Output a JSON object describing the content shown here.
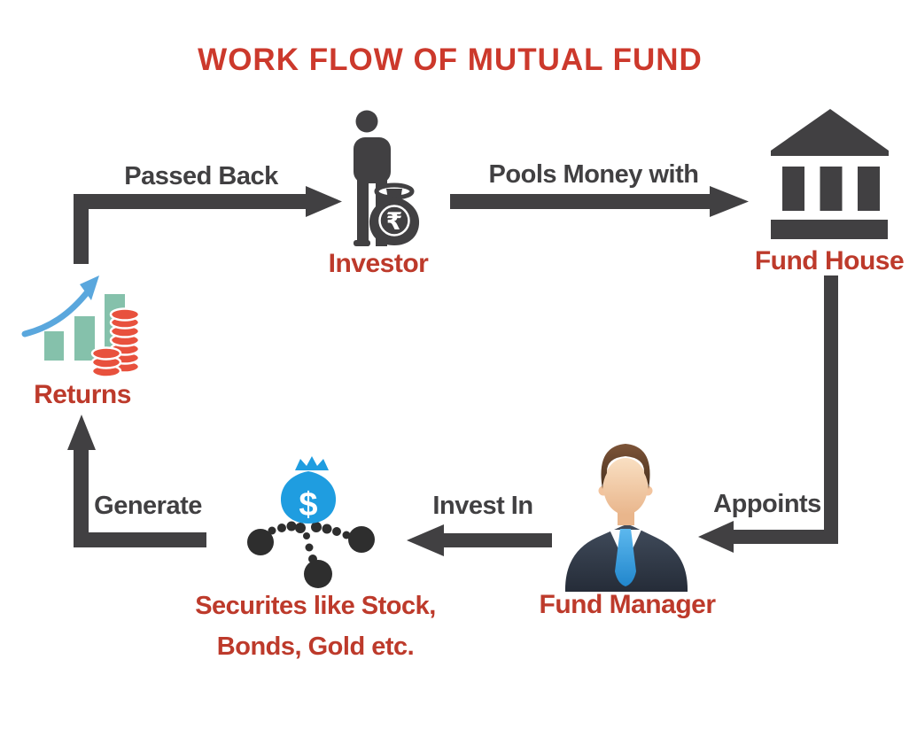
{
  "title": "WORK FLOW OF MUTUAL FUND",
  "nodes": {
    "investor": {
      "label": "Investor",
      "currency": "₹"
    },
    "fund_house": {
      "label": "Fund House"
    },
    "fund_manager": {
      "label": "Fund Manager"
    },
    "securities": {
      "label_line1": "Securites like Stock,",
      "label_line2": "Bonds, Gold etc.",
      "currency": "$"
    },
    "returns": {
      "label": "Returns"
    }
  },
  "edges": [
    {
      "from": "returns",
      "to": "investor",
      "label": "Passed Back"
    },
    {
      "from": "investor",
      "to": "fund_house",
      "label": "Pools Money with"
    },
    {
      "from": "fund_house",
      "to": "fund_manager",
      "label": "Appoints"
    },
    {
      "from": "fund_manager",
      "to": "securities",
      "label": "Invest In"
    },
    {
      "from": "securities",
      "to": "returns",
      "label": "Generate"
    }
  ],
  "icons": {
    "investor": "person-with-rupee-money-bag-icon",
    "fund_house": "bank-building-icon",
    "fund_manager": "businessman-avatar-icon",
    "securities": "dollar-money-bag-distribution-icon",
    "returns": "growth-bar-chart-coins-icon"
  },
  "colors": {
    "title_red": "#cc392c",
    "label_red": "#bd3a2b",
    "arrow_gray": "#414042",
    "money_bag_blue": "#1f9de0",
    "bar_chart_teal": "#85c1ab",
    "coin_red": "#e8513d",
    "growth_arrow_blue": "#5aa7dd",
    "background": "#ffffff"
  }
}
